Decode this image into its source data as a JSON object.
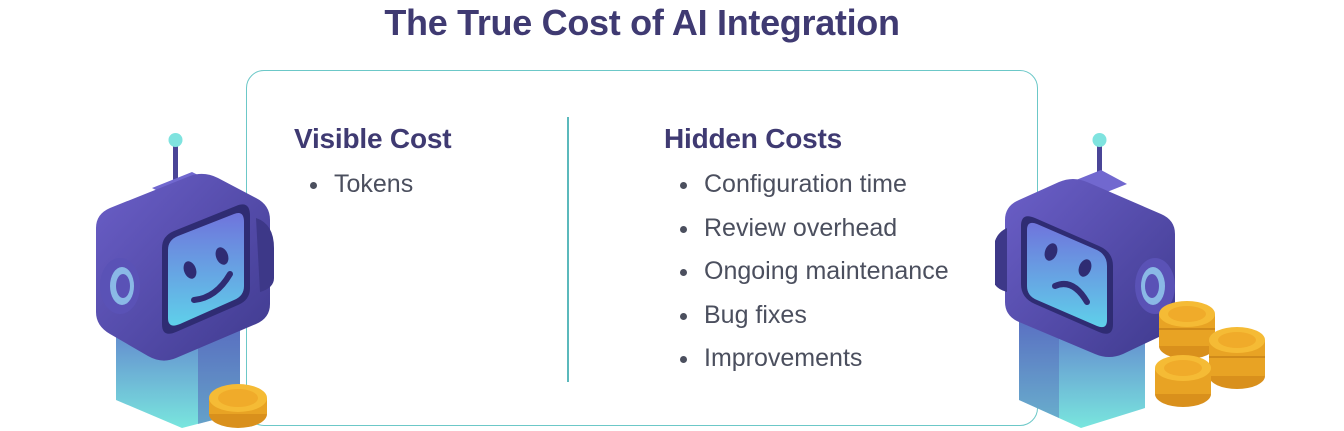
{
  "title": "The True Cost of AI Integration",
  "visible": {
    "heading": "Visible Cost",
    "items": [
      "Tokens"
    ]
  },
  "hidden": {
    "heading": "Hidden Costs",
    "items": [
      "Configuration time",
      "Review overhead",
      "Ongoing maintenance",
      "Bug fixes",
      "Improvements"
    ]
  },
  "colors": {
    "title": "#3f3a72",
    "text": "#4b4f5e",
    "accent_teal": "#6cc8c8",
    "robot_purple": "#5b52b8",
    "coin_gold": "#f4b62a"
  },
  "icons": {
    "left": "happy-robot-icon",
    "right": "sad-robot-icon",
    "coins": "coin-icon"
  }
}
